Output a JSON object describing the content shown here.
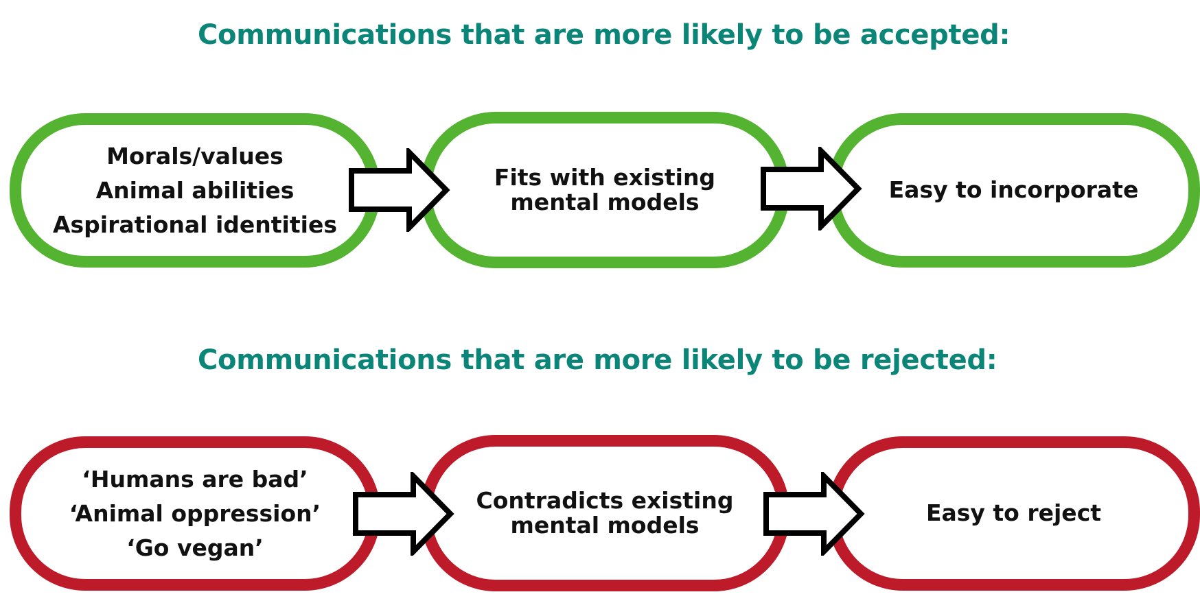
{
  "accepted": {
    "title": "Communications that are more likely to be accepted:",
    "color": "#55b332",
    "steps": [
      {
        "lines": [
          "Morals/values",
          "Animal abilities",
          "Aspirational identities"
        ]
      },
      {
        "lines": [
          "Fits with existing",
          "mental models"
        ]
      },
      {
        "lines": [
          "Easy to incorporate"
        ]
      }
    ]
  },
  "rejected": {
    "title": "Communications that are more likely to be rejected:",
    "color": "#bd1b2a",
    "steps": [
      {
        "lines": [
          "‘Humans are bad’",
          "‘Animal oppression’",
          "‘Go vegan’"
        ]
      },
      {
        "lines": [
          "Contradicts existing",
          "mental models"
        ]
      },
      {
        "lines": [
          "Easy to reject"
        ]
      }
    ]
  },
  "title_color": "#0b8577",
  "arrow_icon": "right-arrow-icon"
}
